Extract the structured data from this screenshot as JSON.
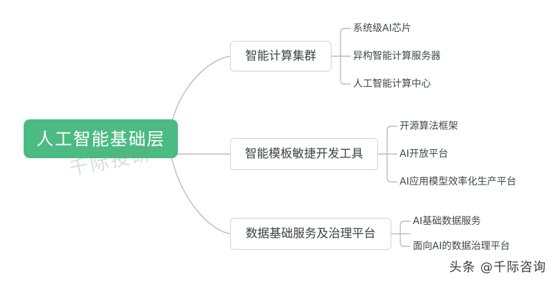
{
  "diagram": {
    "type": "mind-map",
    "background_color": "#ffffff",
    "root": {
      "label": "人工智能基础层",
      "fill_color": "#4cba83",
      "text_color": "#ffffff"
    },
    "connector_color": "#b9bcbe",
    "branch_border_color": "#cfd2d4",
    "branch_text_color": "#3d4044",
    "leaf_text_color": "#42464a",
    "branches": [
      {
        "label": "智能计算集群",
        "leaves": [
          "系统级AI芯片",
          "异构智能计算服务器",
          "人工智能计算中心"
        ]
      },
      {
        "label": "智能模板敏捷开发工具",
        "leaves": [
          "开源算法框架",
          "AI开放平台",
          "AI应用模型效率化生产平台"
        ]
      },
      {
        "label": "数据基础服务及治理平台",
        "leaves": [
          "AI基础数据服务",
          "面向AI的数据治理平台"
        ]
      }
    ]
  },
  "watermarks": {
    "diagonal": "千际投研",
    "footer": "头条 @千际咨询"
  }
}
